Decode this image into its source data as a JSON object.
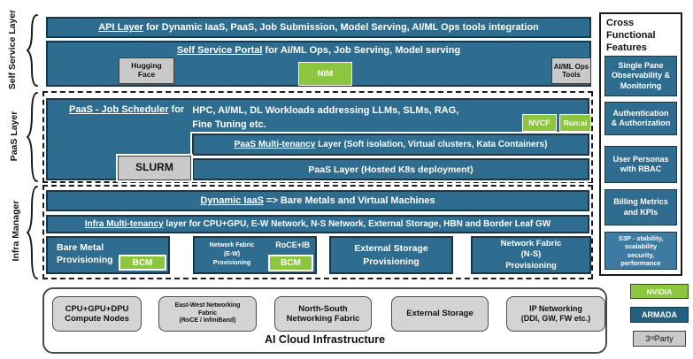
{
  "colors": {
    "blue": "#2e6c90",
    "blue_border": "#15384c",
    "green": "#8cc63f",
    "gray": "#c9c9c9",
    "armada_blue": "#23607f",
    "s3p_blue": "#3e7ba3"
  },
  "sections": {
    "self_service": {
      "label": "Self Service Layer",
      "api_bar": {
        "lead": "API Layer",
        "rest": " for Dynamic IaaS, PaaS, Job Submission, Model Serving, AI/ML Ops tools integration"
      },
      "portal_bar": {
        "lead": "Self Service Portal",
        "rest": " for AI/ML Ops, Job Serving, Model serving"
      },
      "hugging_face": [
        "Hugging",
        "Face"
      ],
      "nim": "NIM",
      "aiml_ops_tools": [
        "AI/ML Ops",
        "Tools"
      ]
    },
    "paas": {
      "label": "PaaS Layer",
      "scheduler": {
        "lead": "PaaS - Job Scheduler",
        "mid": " for",
        "body": [
          "HPC, AI/ML, DL Workloads addressing LLMs, SLMs, RAG,",
          "Fine Tuning etc."
        ]
      },
      "nvcf": "NVCF",
      "runai": "Run:ai",
      "slurm": "SLURM",
      "multi_tenancy": {
        "lead": "PaaS Multi-tenancy",
        "rest": " Layer (Soft isolation, Virtual clusters, Kata Containers)"
      },
      "hosted": "PaaS Layer (Hosted K8s deployment)"
    },
    "infra": {
      "label": "Infra Manager",
      "dynamic_iaas": {
        "lead": "Dynamic IaaS",
        "rest": " => Bare Metals and Virtual Machines"
      },
      "multi_tenancy": {
        "lead": "Infra Multi-tenancy",
        "rest": " layer for CPU+GPU, E-W Network, N-S Network, External Storage, HBN and Border Leaf GW"
      },
      "bare_metal": {
        "label": [
          "Bare Metal",
          "Provisioning"
        ],
        "bcm": "BCM"
      },
      "network_ew": {
        "label": [
          "Network Fabric",
          "(E-W)",
          "Provisioning"
        ],
        "roce": "RoCE+IB",
        "bcm": "BCM"
      },
      "external_storage": [
        "External Storage",
        "Provisioning"
      ],
      "network_ns": [
        "Network Fabric",
        "(N-S)",
        "Provisioning"
      ]
    }
  },
  "cross_functional": {
    "title": [
      "Cross",
      "Functional",
      "Features"
    ],
    "items": [
      [
        "Single Pane",
        "Observability &",
        "Monitoring"
      ],
      [
        "Authentication",
        "& Authorization"
      ],
      [
        "User Personas",
        "with RBAC"
      ],
      [
        "Billing Metrics",
        "and KPIs"
      ],
      [
        "S3P - stability,",
        "scalability",
        "security,",
        "performance"
      ]
    ]
  },
  "legend": {
    "nvidia": "NVIDIA",
    "armada": "ARMADA",
    "third_party_num": "3",
    "third_party_sup": "rd",
    "third_party_rest": " Party"
  },
  "ai_cloud": {
    "title": "AI Cloud Infrastructure",
    "nodes": [
      [
        "CPU+GPU+DPU",
        "Compute Nodes"
      ],
      [
        "East-West Networking",
        "Fabric",
        "(RoCE / InfiniBand)"
      ],
      [
        "North-South",
        "Networking Fabric"
      ],
      [
        "External Storage"
      ],
      [
        "IP Networking",
        "(DDI, GW, FW etc.)"
      ]
    ]
  }
}
